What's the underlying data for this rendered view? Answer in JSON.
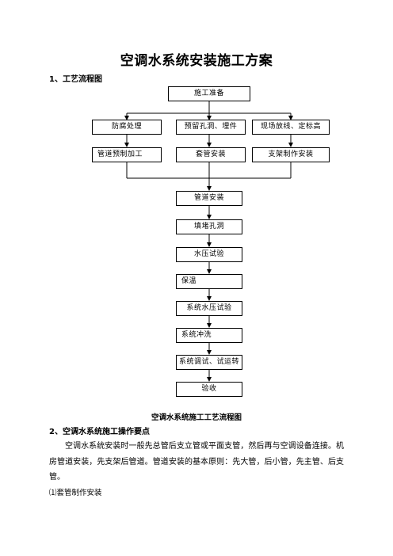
{
  "doc": {
    "title": "空调水系统安装施工方案",
    "section1": "1、工艺流程图",
    "section2": "2、空调水系统施工操作要点",
    "caption": "空调水系统施工工艺流程图",
    "paragraph": "空调水系统安装时一般先总管后支立管或平面支管，然后再与空调设备连接。机房管道安装，先支架后管道。管道安装的基本原则：先大管，后小管，先主管、后支管。",
    "sub_item": "⑴套管制作安装"
  },
  "flow": {
    "start": "施工准备",
    "row1": [
      "防腐处理",
      "预留孔洞、埋件",
      "现场放线、定标高"
    ],
    "row2": [
      "管道预制加工",
      "套管安装",
      "支架制作安装"
    ],
    "steps": [
      "管道安装",
      "填堵孔洞",
      "水压试验",
      "保温",
      "系统水压试验",
      "系统冲洗",
      "系统调试、试运转",
      "验收"
    ]
  }
}
